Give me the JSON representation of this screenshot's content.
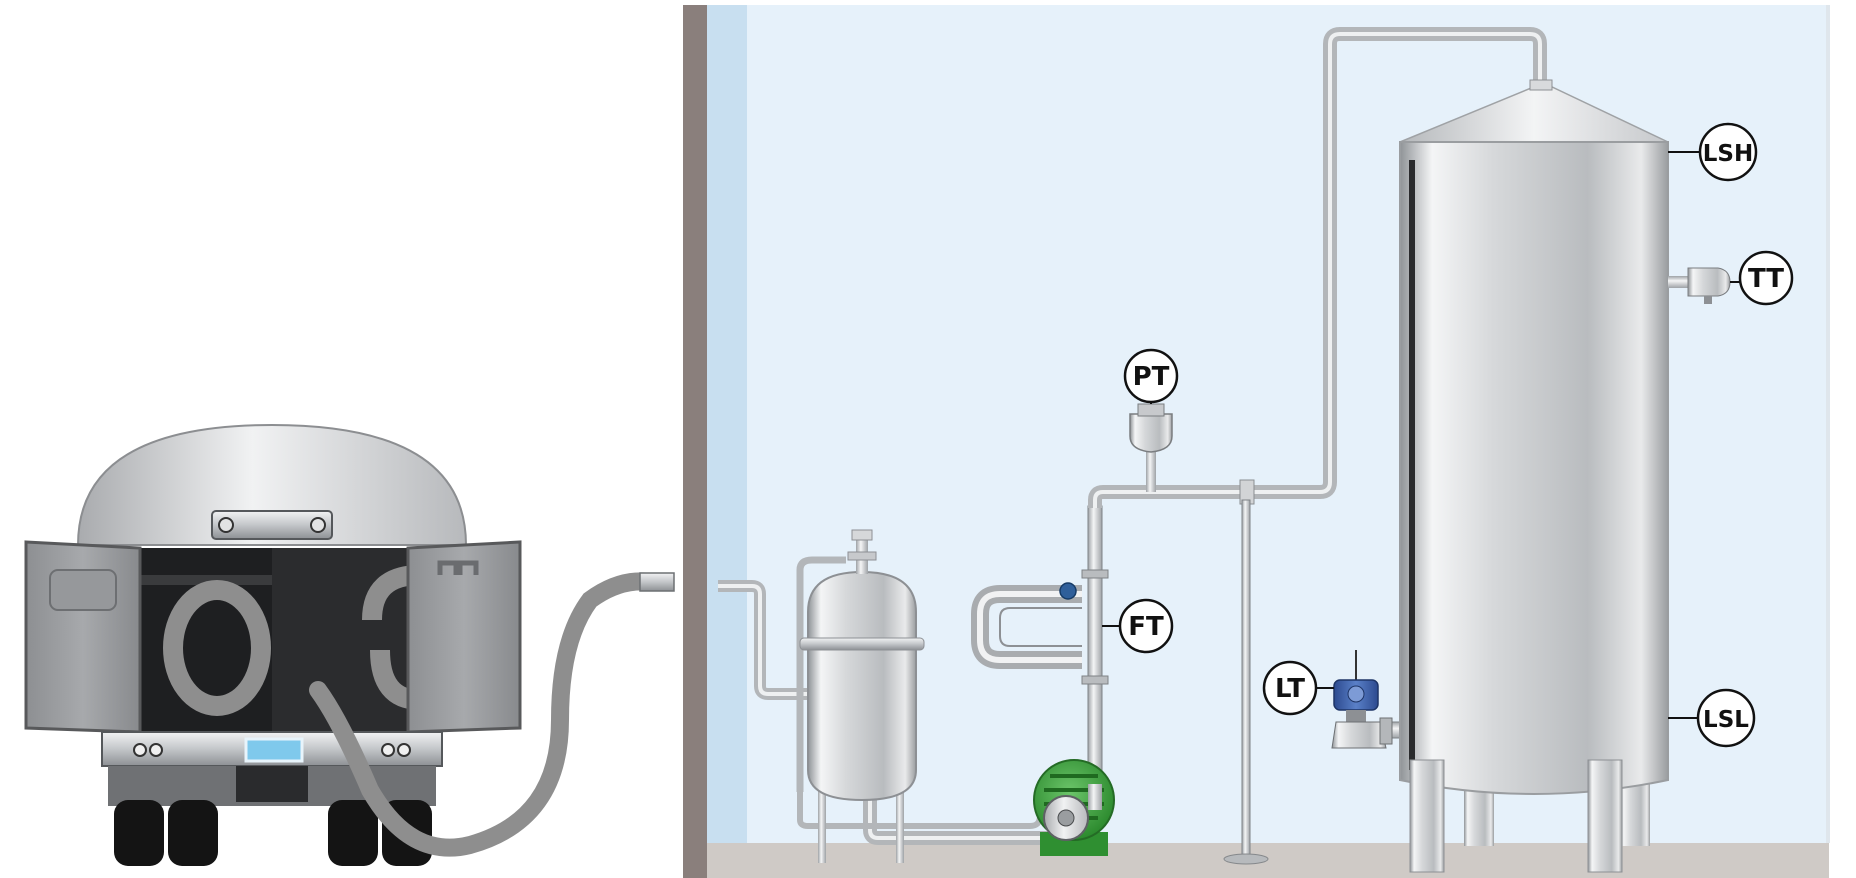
{
  "instruments": {
    "pt": "PT",
    "ft": "FT",
    "lt": "LT",
    "lsh": "LSH",
    "tt": "TT",
    "lsl": "LSL"
  },
  "icons": {
    "truck": "tanker-truck-icon",
    "hose": "hose-icon",
    "filter": "filter-vessel-icon",
    "pump": "pump-icon",
    "flowmeter": "coriolis-flowmeter-icon",
    "transmitter": "transmitter-icon",
    "tank": "storage-tank-icon"
  },
  "colors": {
    "wall": "#e6f1fa",
    "wall_edge": "#c8dff0",
    "floor": "#cfcac6",
    "wall_post": "#8a7f7c",
    "steel": "#c7c9cc",
    "pump_green": "#3aa63a",
    "transmitter_blue": "#3e62b0",
    "hose_gray": "#8e8e8e"
  }
}
